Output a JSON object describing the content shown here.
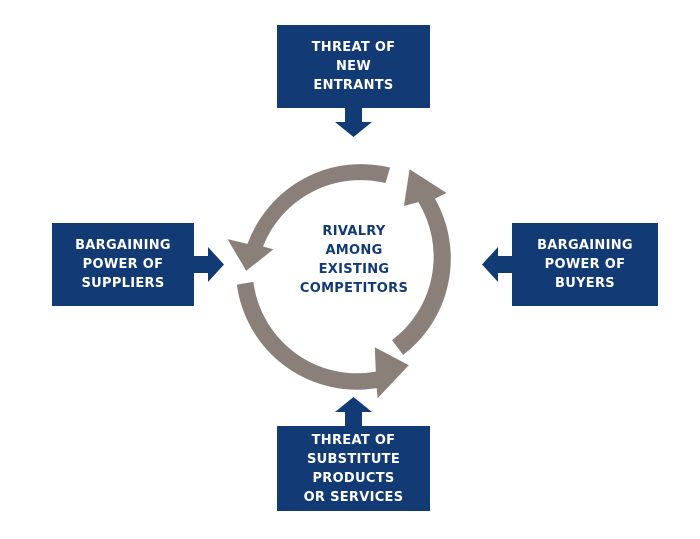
{
  "diagram": {
    "top_force": {
      "lines": [
        "THREAT OF",
        "NEW",
        "ENTRANTS"
      ]
    },
    "left_force": {
      "lines": [
        "BARGAINING",
        "POWER OF",
        "SUPPLIERS"
      ]
    },
    "right_force": {
      "lines": [
        "BARGAINING",
        "POWER OF",
        "BUYERS"
      ]
    },
    "bottom_force": {
      "lines": [
        "THREAT OF",
        "SUBSTITUTE",
        "PRODUCTS",
        "OR SERVICES"
      ]
    },
    "center": {
      "lines": [
        "RIVALRY",
        "AMONG",
        "EXISTING",
        "COMPETITORS"
      ]
    }
  },
  "colors": {
    "box_fill": "#123a75",
    "box_text": "#ffffff",
    "center_text": "#123a75",
    "cycle_ring": "#8a8079",
    "cycle_edge": "#ffffff"
  }
}
